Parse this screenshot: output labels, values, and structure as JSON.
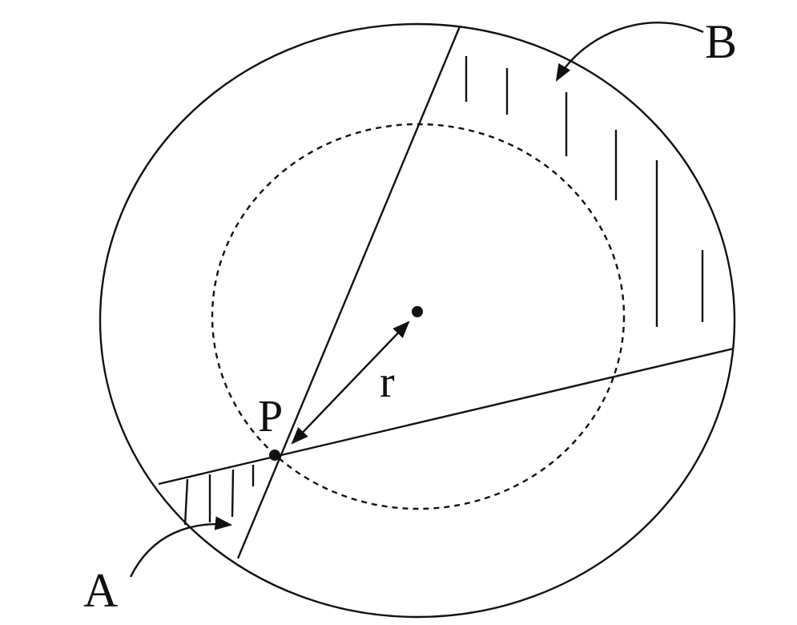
{
  "labels": {
    "point_p": "P",
    "radius_r": "r",
    "region_a": "A",
    "region_b": "B"
  },
  "colors": {
    "stroke": "#111111",
    "background": "#ffffff"
  }
}
